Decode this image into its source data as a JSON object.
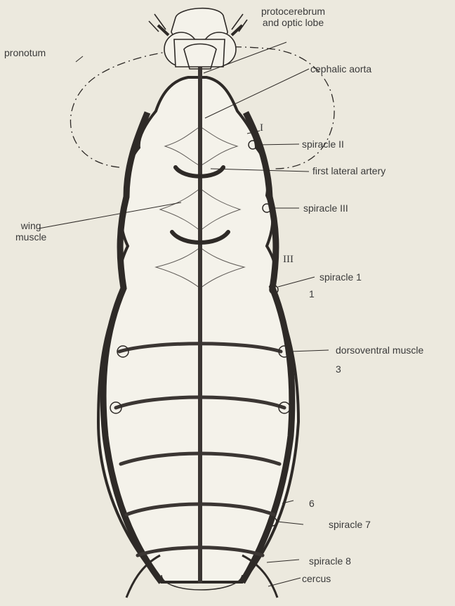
{
  "diagram": {
    "colors": {
      "background": "#ece9de",
      "ink": "#2e2a27",
      "body_fill": "#f4f2ea",
      "muscle": "#3b3633",
      "label": "#3a3a3a"
    },
    "labels": {
      "protocerebrum_line1": "protocerebrum",
      "protocerebrum_line2": "and optic lobe",
      "pronotum": "pronotum",
      "cephalic_aorta": "cephalic aorta",
      "roman_I": "I",
      "spiracle_II": "spiracle II",
      "first_lateral_artery": "first lateral artery",
      "spiracle_III": "spiracle III",
      "wing_muscle_line1": "wing",
      "wing_muscle_line2": "muscle",
      "roman_III": "III",
      "spiracle_1": "spiracle 1",
      "segment_1": "1",
      "dorsoventral_muscle": "dorsoventral muscle",
      "segment_3": "3",
      "segment_6": "6",
      "spiracle_7": "spiracle 7",
      "spiracle_8": "spiracle 8",
      "cercus": "cercus"
    }
  }
}
